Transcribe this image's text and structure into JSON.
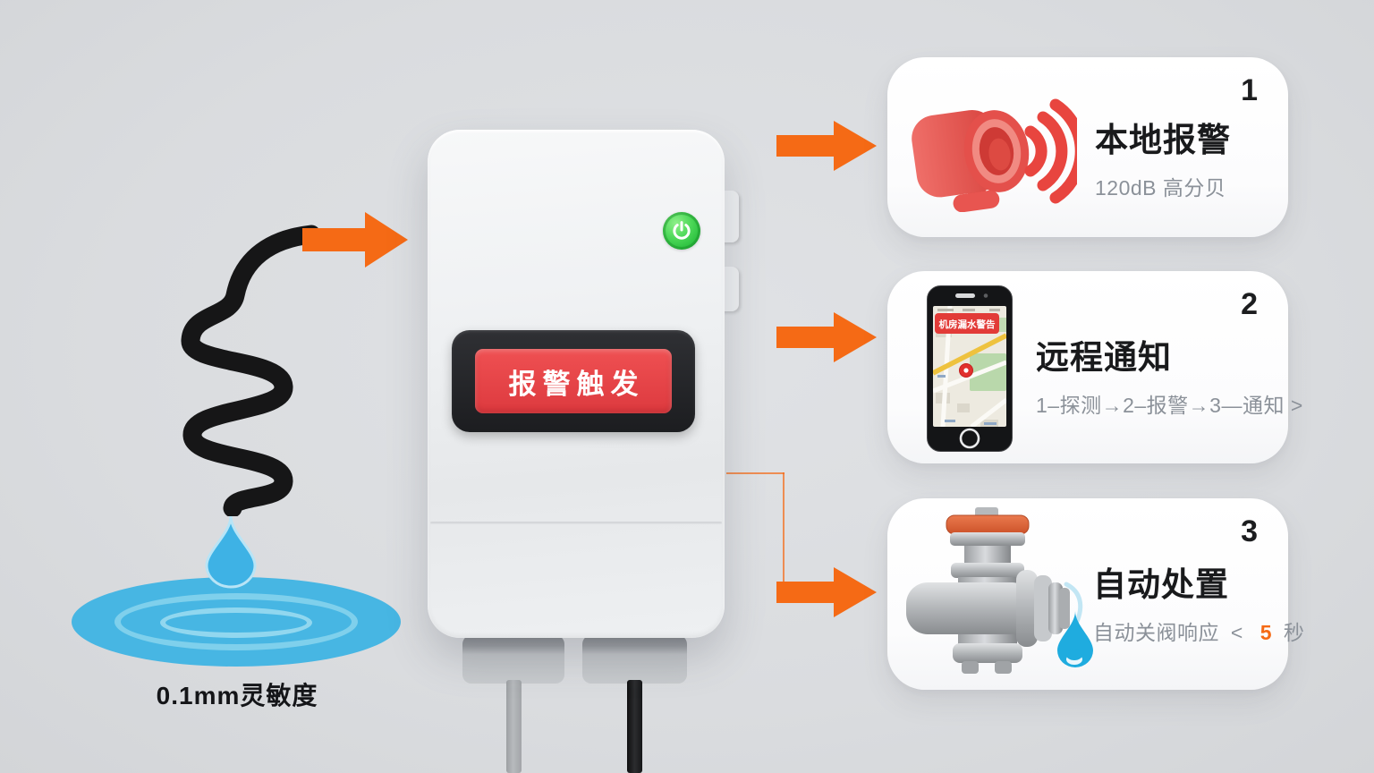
{
  "sensor": {
    "sensitivity_label": "0.1mm灵敏度",
    "icon": "coil-sensor-icon"
  },
  "device": {
    "screen_text": "报警触发",
    "power_icon": "power-icon"
  },
  "cards": [
    {
      "number": "1",
      "title": "本地报警",
      "subtitle": "120dB 高分贝",
      "icon": "siren-icon"
    },
    {
      "number": "2",
      "title": "远程通知",
      "subtitle": "1–探测→2–报警→3—通知 >",
      "icon": "phone-map-icon",
      "phone_banner": "机房漏水警告"
    },
    {
      "number": "3",
      "title": "自动处置",
      "subtitle_prefix": "自动关阀响应",
      "subtitle_operator": "<",
      "subtitle_value": "5",
      "subtitle_unit": "秒",
      "icon": "valve-icon"
    }
  ],
  "colors": {
    "accent_orange": "#f56a15",
    "alarm_red": "#e4464a",
    "power_green": "#3ed04c",
    "water_blue": "#3fb3e6",
    "background_gray": "#dadcdf"
  }
}
